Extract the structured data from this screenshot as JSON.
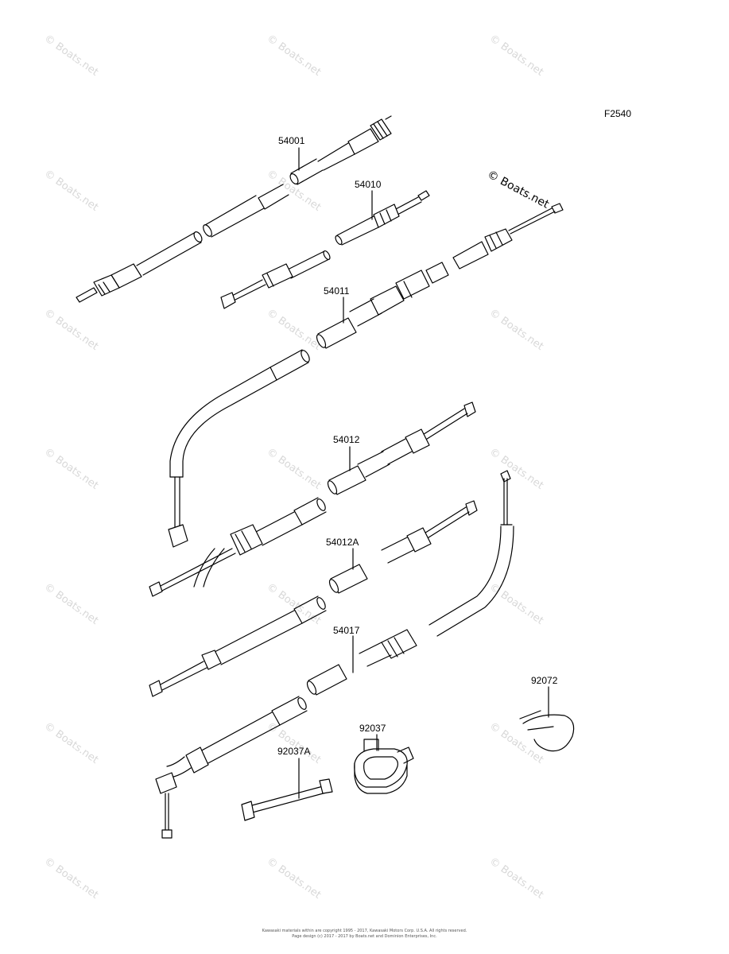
{
  "figure_code": "F2540",
  "watermark_text": "© Boats.net",
  "parts": [
    {
      "id": "p1",
      "number": "54001"
    },
    {
      "id": "p2",
      "number": "54010"
    },
    {
      "id": "p3",
      "number": "54011"
    },
    {
      "id": "p4",
      "number": "54012"
    },
    {
      "id": "p5",
      "number": "54012A"
    },
    {
      "id": "p6",
      "number": "54017"
    },
    {
      "id": "p7",
      "number": "92072"
    },
    {
      "id": "p8",
      "number": "92037"
    },
    {
      "id": "p9",
      "number": "92037A"
    }
  ],
  "footer": {
    "line1": "Kawasaki materials within are copyright 1995 - 2017, Kawasaki Motors Corp. U.S.A. All rights reserved.",
    "line2": "Page design (c) 2017 - 2017 by Boats.net and Dominion Enterprises, Inc."
  }
}
